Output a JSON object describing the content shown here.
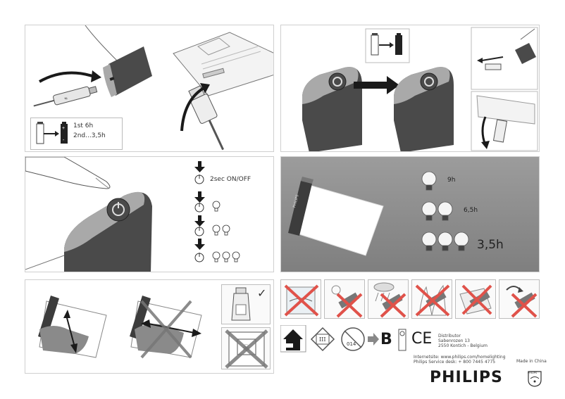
{
  "panel_usb_charge": {
    "charge_time_first": "1st 6h",
    "charge_time_next": "2nd...3,5h",
    "battery_icon": "battery-icon",
    "usb_plug_icon": "usb-plug-icon"
  },
  "panel_power": {
    "hold_label": "2sec ON/OFF",
    "power_icon": "power-button-icon",
    "step_arrow_icon": "down-arrow-icon"
  },
  "panel_runtime": {
    "product_label": "PHILIPS",
    "one_bulb_time": "9h",
    "two_bulb_time": "6,5h",
    "three_bulb_time": "3,5h",
    "bulb_icon": "bulb-icon"
  },
  "panel_diffuser": {
    "ok_mark": "✓"
  },
  "compliance": {
    "ce_mark": "CE",
    "class_three": "III",
    "temperature_code": "014",
    "energy_class": "B",
    "distributor_lines": [
      "Distributor",
      "Sabenrozen 13",
      "2550 Kontich - Belgium"
    ],
    "website": "Internetsite: www.philips.com/homelighting",
    "service": "Philips Service desk: + 800 7445 4775",
    "made_in": "Made in China",
    "brand": "PHILIPS"
  },
  "colors": {
    "panel_border": "#cfcfcf",
    "device_dark": "#4a4a4a",
    "device_top": "#a9a9a9",
    "runtime_bg": "#8d8d8d",
    "cross_red": "#e0524a"
  }
}
